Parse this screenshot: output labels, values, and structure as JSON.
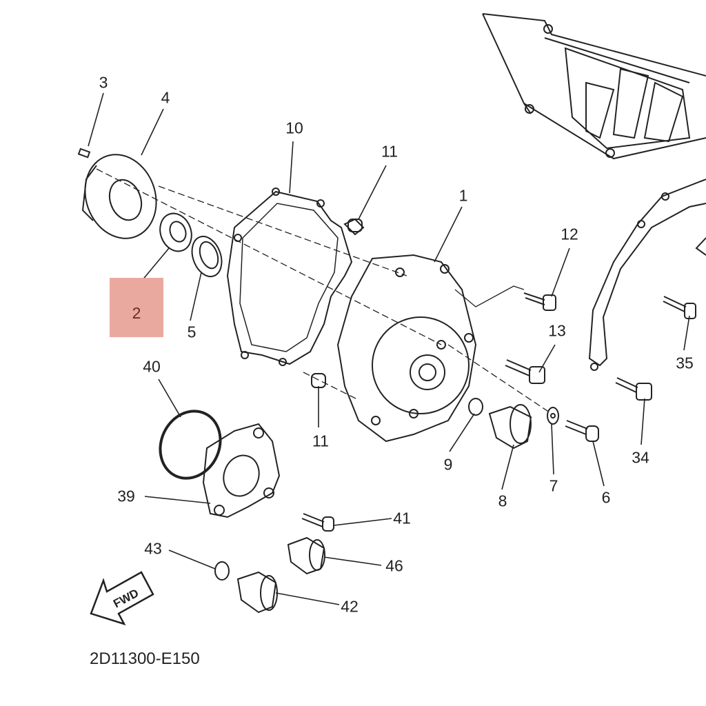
{
  "diagram_code": "2D11300-E150",
  "highlight_color": "#eaa99f",
  "highlighted_part": "2",
  "fwd_arrow_text": "FWD",
  "labels": {
    "p3": "3",
    "p4": "4",
    "p10": "10",
    "p11a": "11",
    "p1": "1",
    "p12": "12",
    "p5": "5",
    "p13": "13",
    "p35": "35",
    "p40": "40",
    "p11b": "11",
    "p9": "9",
    "p34": "34",
    "p7": "7",
    "p8": "8",
    "p6": "6",
    "p39": "39",
    "p41": "41",
    "p43": "43",
    "p46": "46",
    "p42": "42"
  }
}
